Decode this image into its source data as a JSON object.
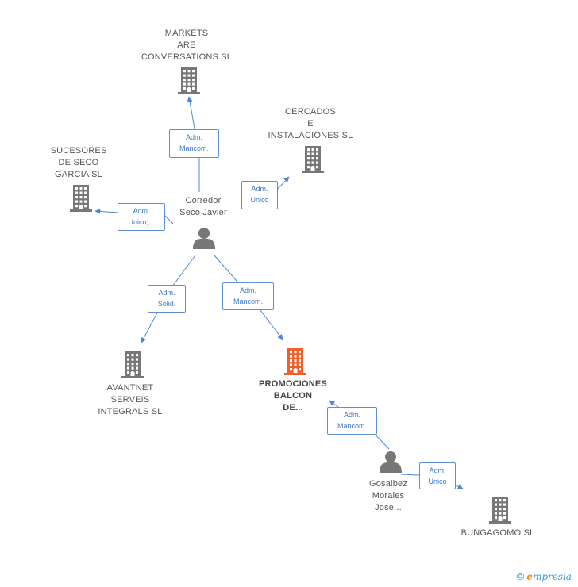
{
  "colors": {
    "edge": "#4a88d6",
    "node": "#777777",
    "focus": "#f0602a"
  },
  "nodes": [
    {
      "id": "markets",
      "type": "company",
      "label": "MARKETS\nARE\nCONVERSATIONS SL",
      "focus": false
    },
    {
      "id": "cercados",
      "type": "company",
      "label": "CERCADOS\nE\nINSTALACIONES SL",
      "focus": false
    },
    {
      "id": "sucesores",
      "type": "company",
      "label": "SUCESORES\nDE SECO\nGARCIA SL",
      "focus": false
    },
    {
      "id": "corredor",
      "type": "person",
      "label": "Corredor\nSeco Javier",
      "focus": false
    },
    {
      "id": "avantnet",
      "type": "company",
      "label": "AVANTNET\nSERVEIS\nINTEGRALS SL",
      "focus": false
    },
    {
      "id": "promociones",
      "type": "company",
      "label": "PROMOCIONES\nBALCON\nDE...",
      "focus": true
    },
    {
      "id": "gosalbez",
      "type": "person",
      "label": "Gosalbez\nMorales\nJose...",
      "focus": false
    },
    {
      "id": "bungagomo",
      "type": "company",
      "label": "BUNGAGOMO SL",
      "focus": false
    }
  ],
  "edges": [
    {
      "from": "corredor",
      "to": "markets",
      "label": "Adm.\nMancom."
    },
    {
      "from": "corredor",
      "to": "cercados",
      "label": "Adm.\nUnico"
    },
    {
      "from": "corredor",
      "to": "sucesores",
      "label": "Adm.\nUnico,..."
    },
    {
      "from": "corredor",
      "to": "avantnet",
      "label": "Adm.\nSolid."
    },
    {
      "from": "corredor",
      "to": "promociones",
      "label": "Adm.\nMancom."
    },
    {
      "from": "gosalbez",
      "to": "promociones",
      "label": "Adm.\nMancom."
    },
    {
      "from": "gosalbez",
      "to": "bungagomo",
      "label": "Adm.\nUnico"
    }
  ],
  "footer": {
    "copyright": "©",
    "brand_initial": "e",
    "brand_rest": "mpresia"
  }
}
